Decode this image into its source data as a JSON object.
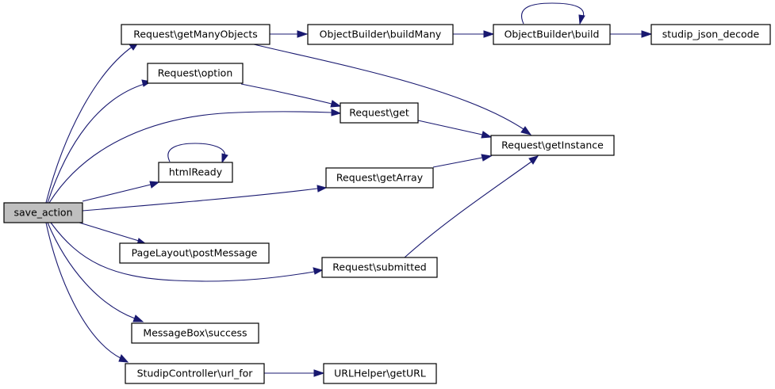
{
  "graph": {
    "nodes": {
      "save_action": "save_action",
      "getManyObjects": "Request\\getManyObjects",
      "option": "Request\\option",
      "htmlReady": "htmlReady",
      "postMessage": "PageLayout\\postMessage",
      "success": "MessageBox\\success",
      "url_for": "StudipController\\url_for",
      "buildMany": "ObjectBuilder\\buildMany",
      "build": "ObjectBuilder\\build",
      "json_decode": "studip_json_decode",
      "get": "Request\\get",
      "getInstance": "Request\\getInstance",
      "getArray": "Request\\getArray",
      "submitted": "Request\\submitted",
      "getURL": "URLHelper\\getURL"
    }
  }
}
